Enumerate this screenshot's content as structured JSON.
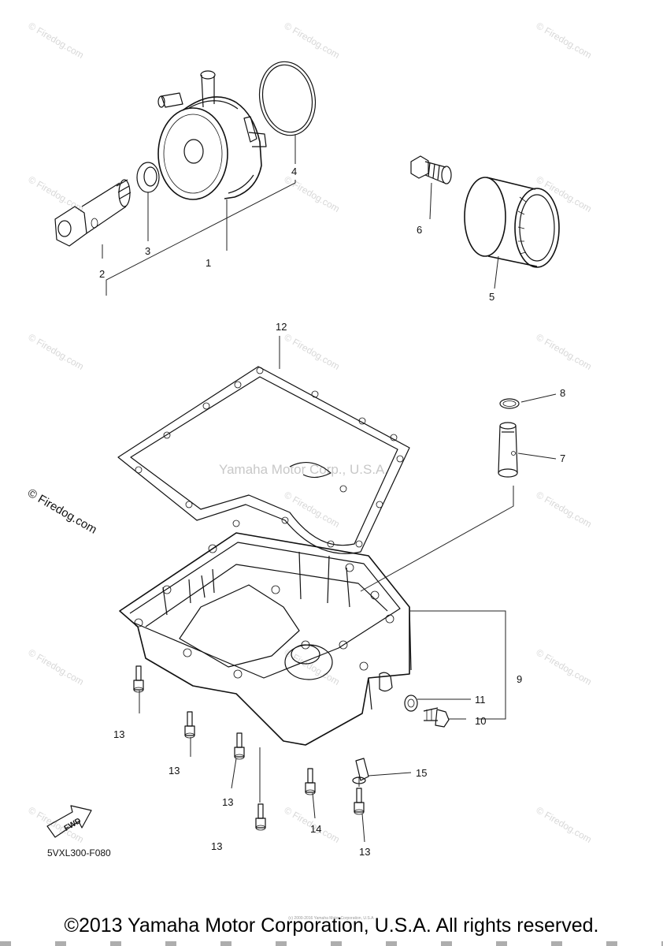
{
  "parts": {
    "p1": "1",
    "p2": "2",
    "p3": "3",
    "p4": "4",
    "p5": "5",
    "p6": "6",
    "p7": "7",
    "p8": "8",
    "p9": "9",
    "p10": "10",
    "p11": "11",
    "p12": "12",
    "p13": "13",
    "p14": "14",
    "p15": "15"
  },
  "diagram_code": "5VXL300-F080",
  "fwd_label": "FWD",
  "watermark_center": "Yamaha Motor Corp., U.S.A.",
  "watermark_side": "© Firedog.com",
  "watermark_tile": "© Firedog.com",
  "tiny_note": "(c) 2000-2016 Yamaha Motor Corporation, U.S.A.",
  "copyright": "©2013 Yamaha Motor Corporation, U.S.A. All rights reserved."
}
